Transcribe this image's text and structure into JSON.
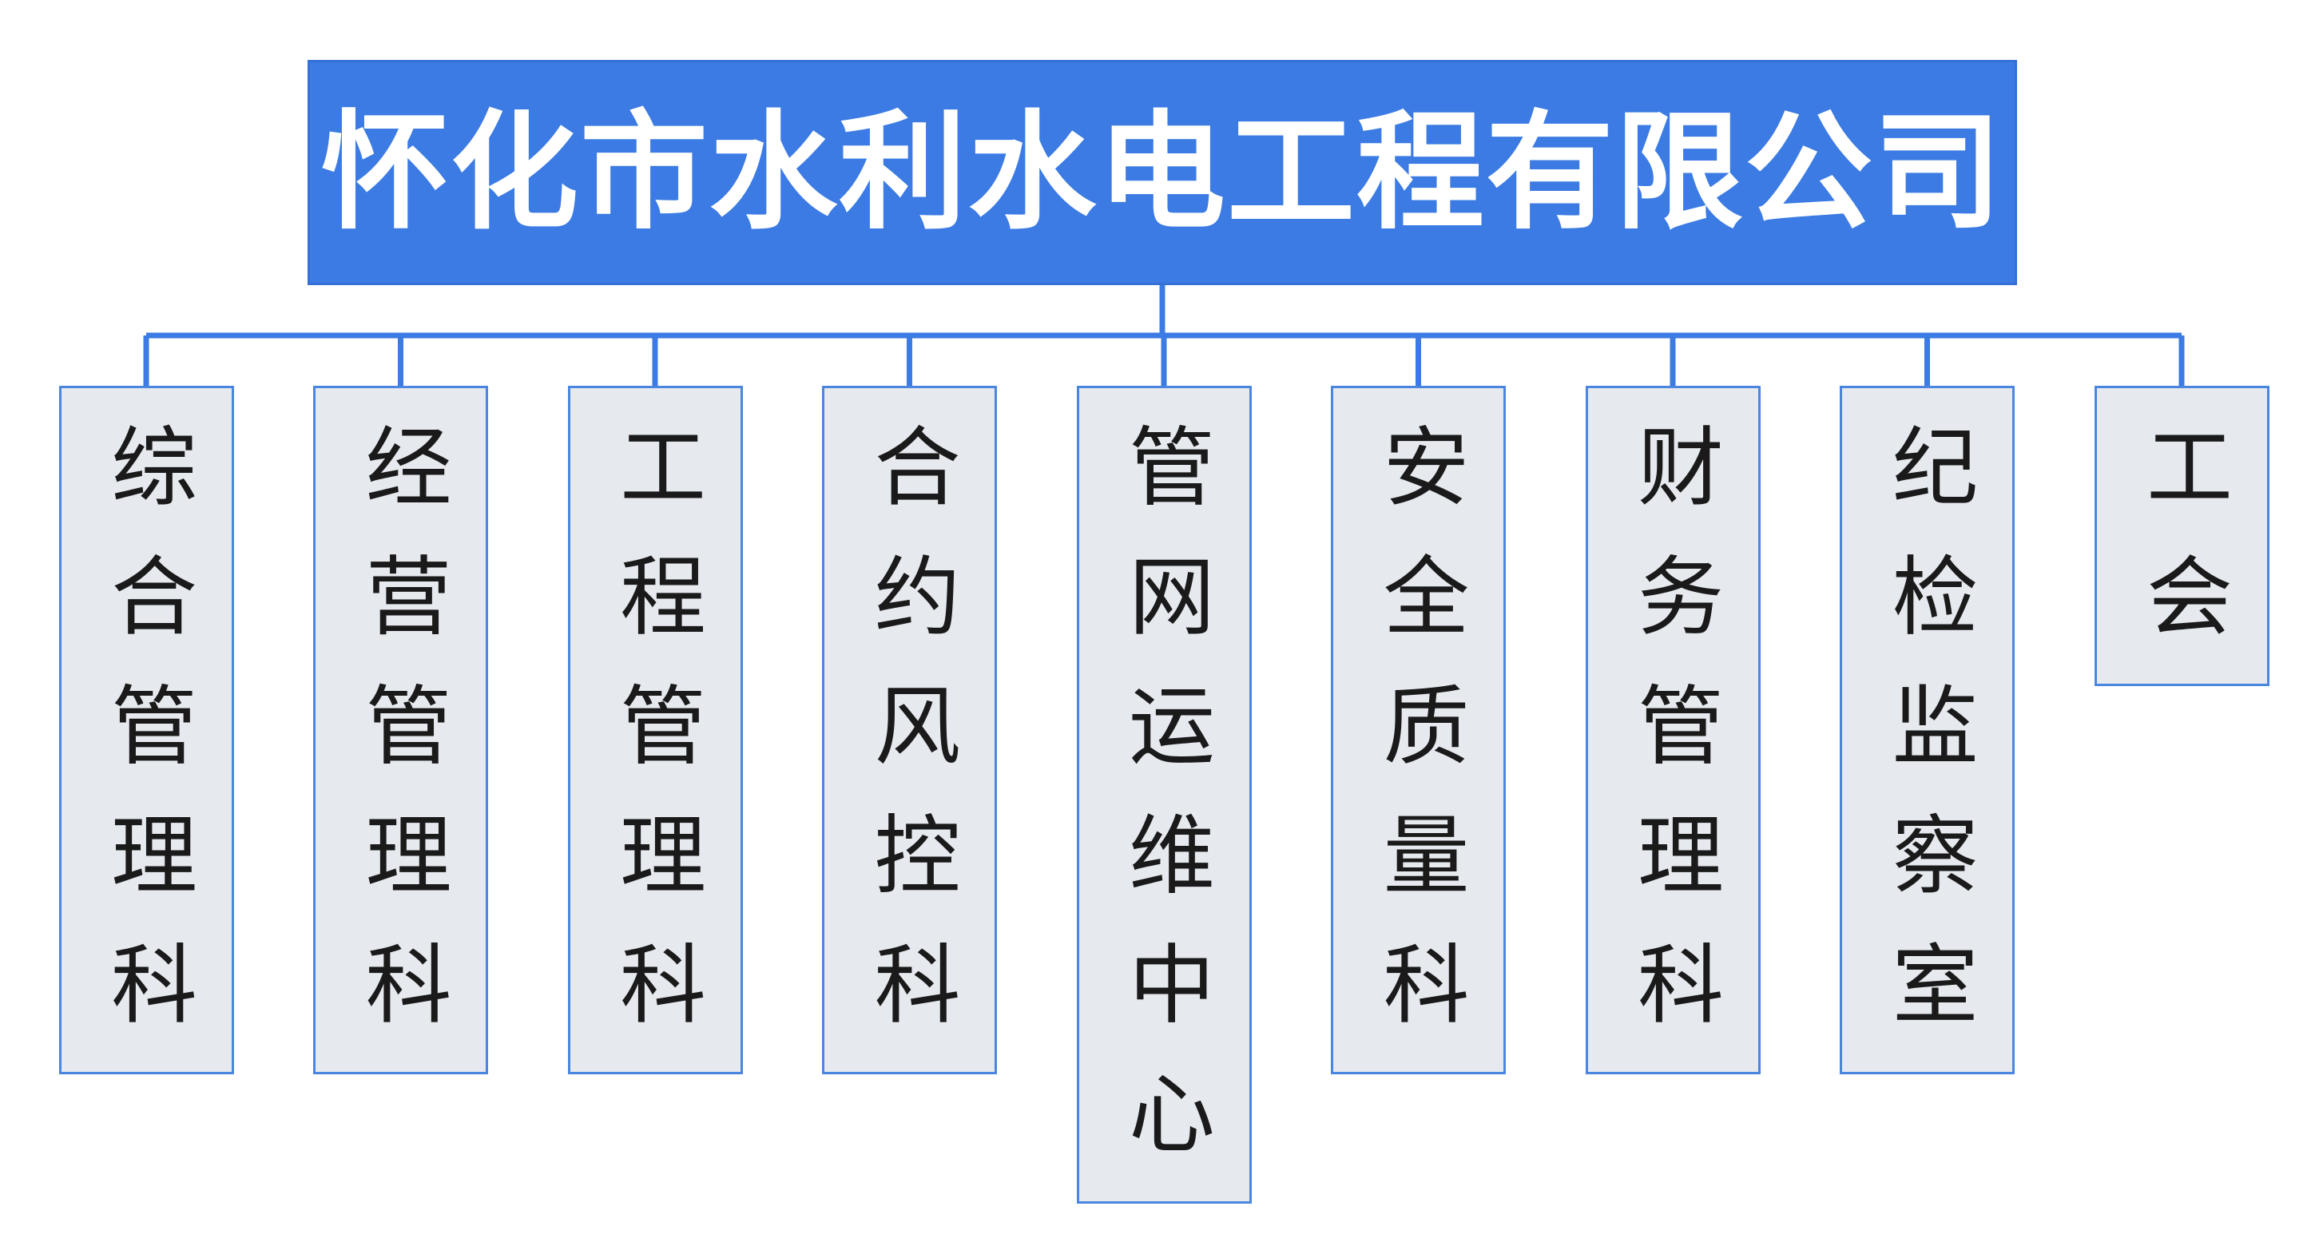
{
  "org_chart": {
    "root": {
      "name": "怀化市水利水电工程有限公司",
      "color": "#3b7be3"
    },
    "departments": [
      {
        "name": "综合管理科"
      },
      {
        "name": "经营管理科"
      },
      {
        "name": "工程管理科"
      },
      {
        "name": "合约风控科"
      },
      {
        "name": "管网运维中心"
      },
      {
        "name": "安全质量科"
      },
      {
        "name": "财务管理科"
      },
      {
        "name": "纪检监察室"
      },
      {
        "name": "工会"
      }
    ],
    "colors": {
      "connector": "#3b7be3",
      "department_fill": "#e6e9ee",
      "department_border": "#4a86e0"
    }
  }
}
